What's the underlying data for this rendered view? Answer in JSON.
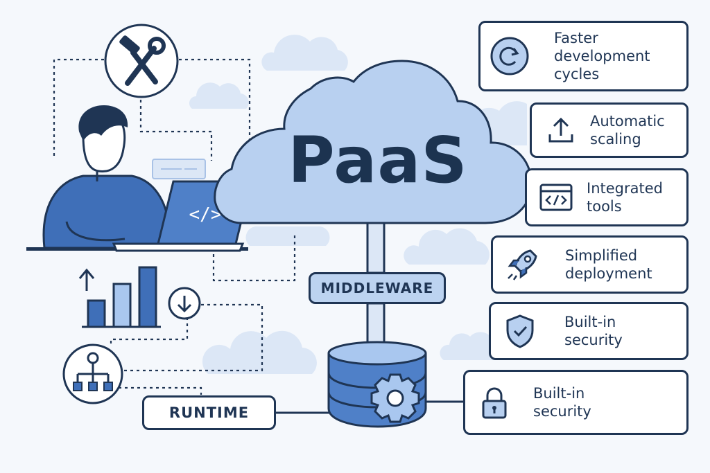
{
  "diagram": {
    "title": "PaaS",
    "middleware_label": "MIDDLEWARE",
    "runtime_label": "RUNTIME",
    "colors": {
      "stroke": "#1f3554",
      "cloud_fill": "#b8d0f0",
      "accent_blue": "#3f6fb8",
      "light_cloud": "#dce7f6",
      "background": "#f5f8fc"
    },
    "benefits": [
      {
        "label": "Faster\ndevelopment\ncycles",
        "icon": "refresh-icon"
      },
      {
        "label": "Automatic\nscaling",
        "icon": "upload-arrow-icon"
      },
      {
        "label": "Integrated\ntools",
        "icon": "code-window-icon"
      },
      {
        "label": "Simplified\ndeployment",
        "icon": "rocket-icon"
      },
      {
        "label": "Built-in\nsecurity",
        "icon": "shield-check-icon"
      },
      {
        "label": "Built-in\nsecurity",
        "icon": "padlock-icon"
      }
    ]
  }
}
